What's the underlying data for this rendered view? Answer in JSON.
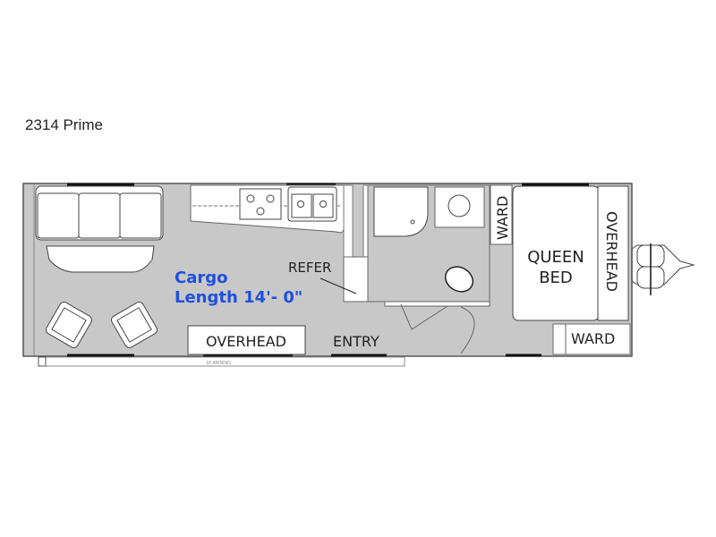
{
  "title": "2314 Prime",
  "floorplan": {
    "cargo_label": "Cargo",
    "cargo_length": "Length 14'- 0\"",
    "refer": "REFER",
    "overhead_front": "OVERHEAD",
    "entry": "ENTRY",
    "ward_top": "WARD",
    "ward_bottom": "WARD",
    "bed_line1": "QUEEN",
    "bed_line2": "BED",
    "overhead_rear": "OVERHEAD",
    "awning": "16' AWNING"
  },
  "colors": {
    "floor": "#c8c8c8",
    "cargo_text": "#1f4fe0"
  }
}
